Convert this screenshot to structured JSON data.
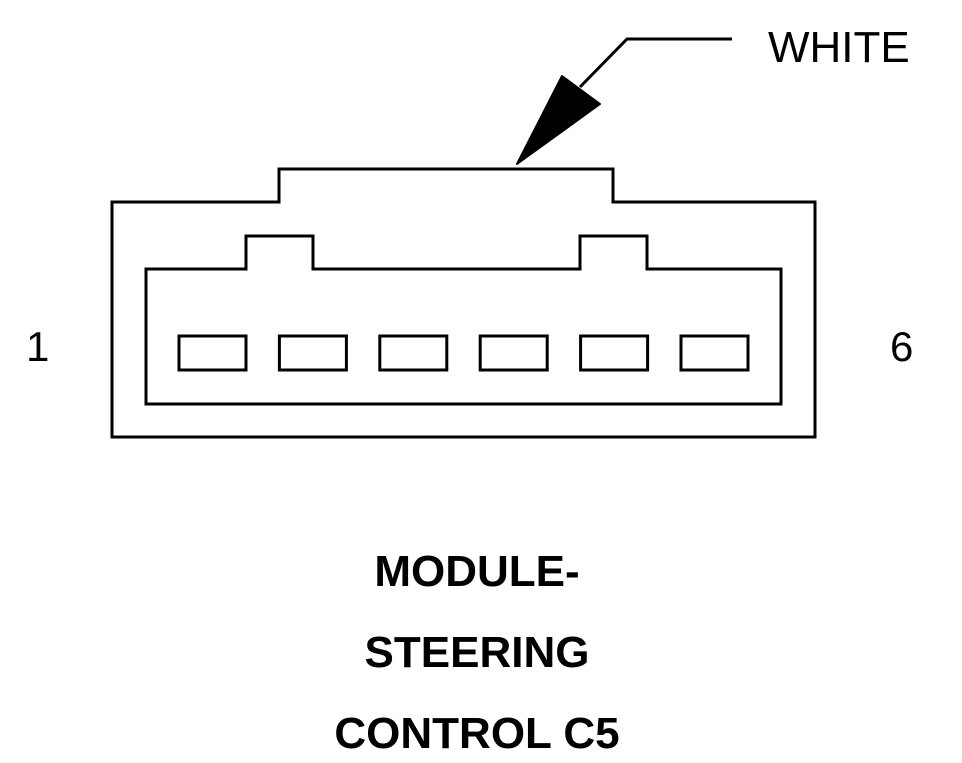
{
  "connector": {
    "color_label": "WHITE",
    "pin_first": "1",
    "pin_last": "6",
    "terminal_count": 6
  },
  "title": {
    "line1": "MODULE-",
    "line2": "STEERING",
    "line3": "CONTROL C5"
  },
  "colors": {
    "stroke": "#000000",
    "background": "#ffffff"
  }
}
